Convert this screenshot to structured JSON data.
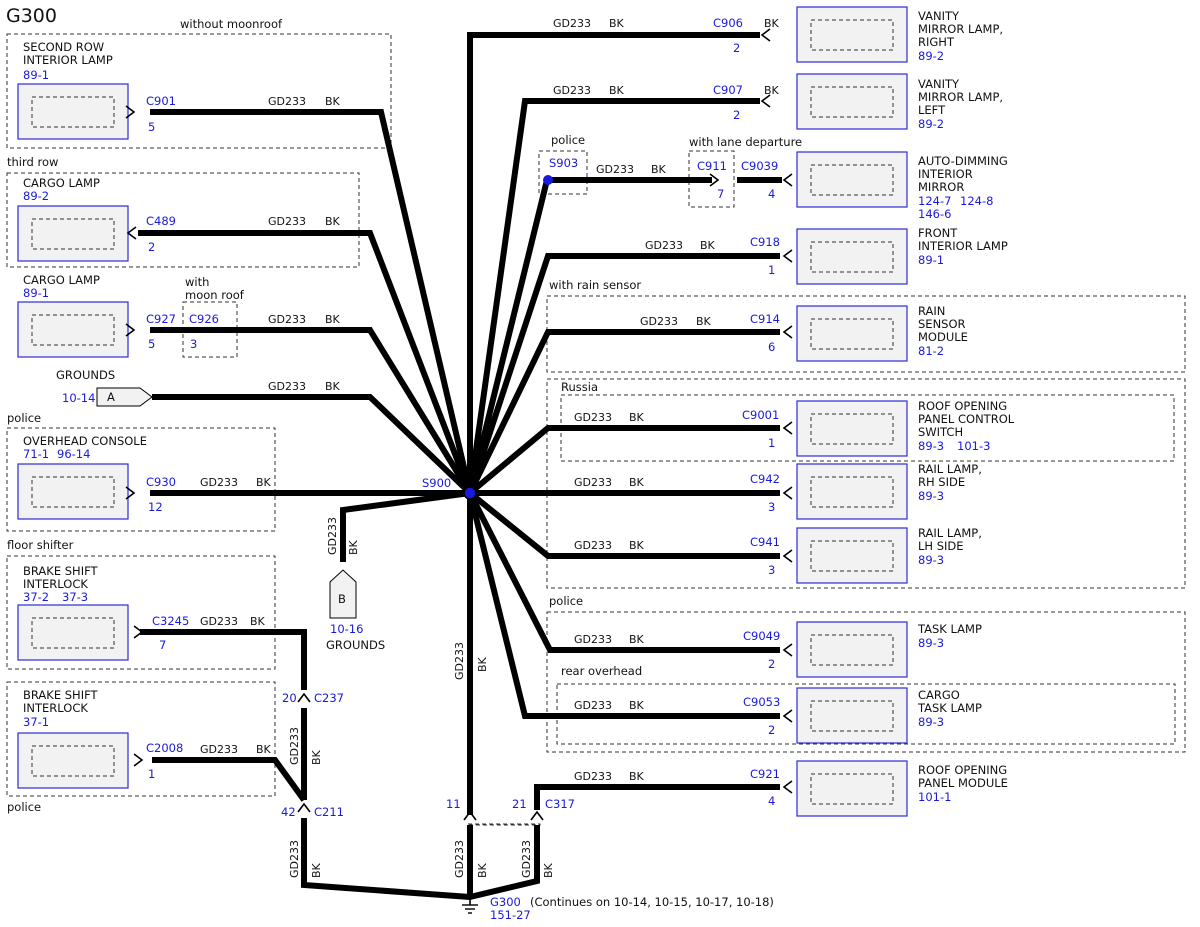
{
  "title": "G300",
  "wire": {
    "circuit": "GD233",
    "color": "BK"
  },
  "splices": {
    "main": "S900",
    "police": "S903"
  },
  "ground": {
    "name": "G300",
    "ref": "151-27",
    "note": "(Continues on 10-14, 10-15, 10-17, 10-18)"
  },
  "left": {
    "box1": {
      "label": "without moonroof",
      "name1": "SECOND ROW",
      "name2": "INTERIOR LAMP",
      "ref": "89-1",
      "conn": "C901",
      "pin": "5"
    },
    "box2": {
      "label": "third row",
      "name1": "CARGO LAMP",
      "ref": "89-2",
      "conn": "C489",
      "pin": "2"
    },
    "cargo": {
      "name1": "CARGO LAMP",
      "ref": "89-1",
      "conn": "C927",
      "pin": "5",
      "opt1": "with",
      "opt2": "moon roof",
      "conn2": "C926",
      "pin2": "3"
    },
    "groundsA": {
      "label": "GROUNDS",
      "ref": "10-14",
      "letter": "A"
    },
    "groundsB": {
      "label": "GROUNDS",
      "ref": "10-16",
      "letter": "B"
    },
    "box3": {
      "label": "police",
      "name1": "OVERHEAD CONSOLE",
      "ref1": "71-1",
      "ref2": "96-14",
      "conn": "C930",
      "pin": "12"
    },
    "box4": {
      "label": "floor shifter",
      "name1": "BRAKE SHIFT",
      "name2": "INTERLOCK",
      "ref1": "37-2",
      "ref2": "37-3",
      "conn": "C3245",
      "pin": "7"
    },
    "box5": {
      "label": "police",
      "name1": "BRAKE SHIFT",
      "name2": "INTERLOCK",
      "ref1": "37-1",
      "conn": "C2008",
      "pin": "1"
    },
    "c237": {
      "conn": "C237",
      "pin": "20"
    },
    "c211": {
      "conn": "C211",
      "pin": "42"
    }
  },
  "right": {
    "r1": {
      "name1": "VANITY",
      "name2": "MIRROR LAMP,",
      "name3": "RIGHT",
      "ref": "89-2",
      "conn": "C906",
      "pin": "2"
    },
    "r2": {
      "name1": "VANITY",
      "name2": "MIRROR LAMP,",
      "name3": "LEFT",
      "ref": "89-2",
      "conn": "C907",
      "pin": "2"
    },
    "r3": {
      "name1": "AUTO-DIMMING",
      "name2": "INTERIOR",
      "name3": "MIRROR",
      "ref1": "124-7",
      "ref2": "124-8",
      "ref3": "146-6",
      "conn": "C9039",
      "pin": "4",
      "police": "police",
      "lane": "with lane departure",
      "c911": "C911",
      "c911pin": "7"
    },
    "r4": {
      "name1": "FRONT",
      "name2": "INTERIOR LAMP",
      "ref": "89-1",
      "conn": "C918",
      "pin": "1"
    },
    "r5": {
      "label": "with rain sensor",
      "name1": "RAIN",
      "name2": "SENSOR",
      "name3": "MODULE",
      "ref": "81-2",
      "conn": "C914",
      "pin": "6"
    },
    "r6": {
      "label": "Russia",
      "name1": "ROOF OPENING",
      "name2": "PANEL CONTROL",
      "name3": "SWITCH",
      "ref1": "89-3",
      "ref2": "101-3",
      "conn": "C9001",
      "pin": "1"
    },
    "r7": {
      "name1": "RAIL LAMP,",
      "name2": "RH SIDE",
      "ref": "89-3",
      "conn": "C942",
      "pin": "3"
    },
    "r8": {
      "name1": "RAIL LAMP,",
      "name2": "LH SIDE",
      "ref": "89-3",
      "conn": "C941",
      "pin": "3"
    },
    "r9": {
      "label": "police",
      "name1": "TASK LAMP",
      "ref": "89-3",
      "conn": "C9049",
      "pin": "2"
    },
    "r10": {
      "label": "rear overhead",
      "name1": "CARGO",
      "name2": "TASK LAMP",
      "ref": "89-3",
      "conn": "C9053",
      "pin": "2"
    },
    "r11": {
      "name1": "ROOF OPENING",
      "name2": "PANEL MODULE",
      "ref": "101-1",
      "conn": "C921",
      "pin": "4"
    }
  },
  "bottom": {
    "c317": "C317",
    "pin21": "21",
    "pin11": "11"
  },
  "colors": {
    "wire": "#000000",
    "connector_text": "#1a1adc",
    "component_border": "#2b2bd8",
    "component_fill": "#f2f2f2"
  }
}
